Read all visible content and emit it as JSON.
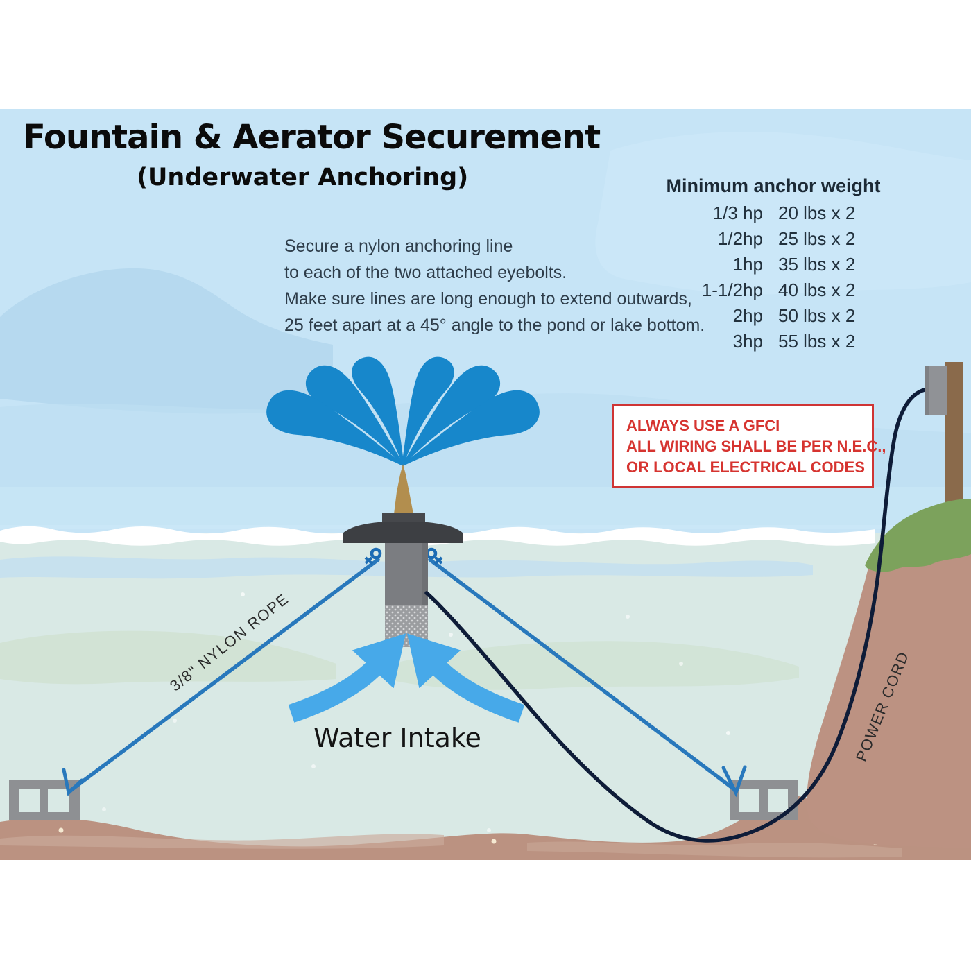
{
  "title": "Fountain & Aerator Securement",
  "subtitle": "(Underwater Anchoring)",
  "instructions": {
    "lines": [
      "Secure a nylon anchoring line",
      "to each of the two attached eyebolts.",
      "Make sure lines are long enough to extend outwards,",
      "25 feet apart at a 45° angle to the pond or lake bottom."
    ]
  },
  "anchor_table": {
    "header": "Minimum anchor weight",
    "rows": [
      {
        "hp": "1/3 hp",
        "weight": "20 lbs x 2"
      },
      {
        "hp": "1/2hp",
        "weight": "25 lbs x 2"
      },
      {
        "hp": "1hp",
        "weight": "35 lbs x 2"
      },
      {
        "hp": "1-1/2hp",
        "weight": "40 lbs x 2"
      },
      {
        "hp": "2hp",
        "weight": "50 lbs x 2"
      },
      {
        "hp": "3hp",
        "weight": "55 lbs x 2"
      }
    ]
  },
  "warning": {
    "lines": [
      "ALWAYS USE A GFCI",
      "ALL WIRING SHALL BE PER N.E.C.,",
      "OR LOCAL ELECTRICAL CODES"
    ]
  },
  "labels": {
    "rope": "3/8\" NYLON ROPE",
    "intake": "Water Intake",
    "cord": "POWER CORD"
  },
  "colors": {
    "sky": "#c6e4f6",
    "sky_cloud": "#b6d9ef",
    "underwater": "#d9e9e5",
    "water_jet_blue": "#1787cb",
    "intake_arrow_blue": "#47a9e9",
    "rope_blue": "#2878bc",
    "power_cord_navy": "#0e1c38",
    "pond_bottom_brown": "#bb9281",
    "bank_brown": "#bc9282",
    "grass_green": "#7ca25c",
    "float_charcoal": "#3d3f43",
    "motor_gray": "#7b7d81",
    "nozzle_gold": "#b28e4e",
    "warning_red": "#d63430"
  }
}
